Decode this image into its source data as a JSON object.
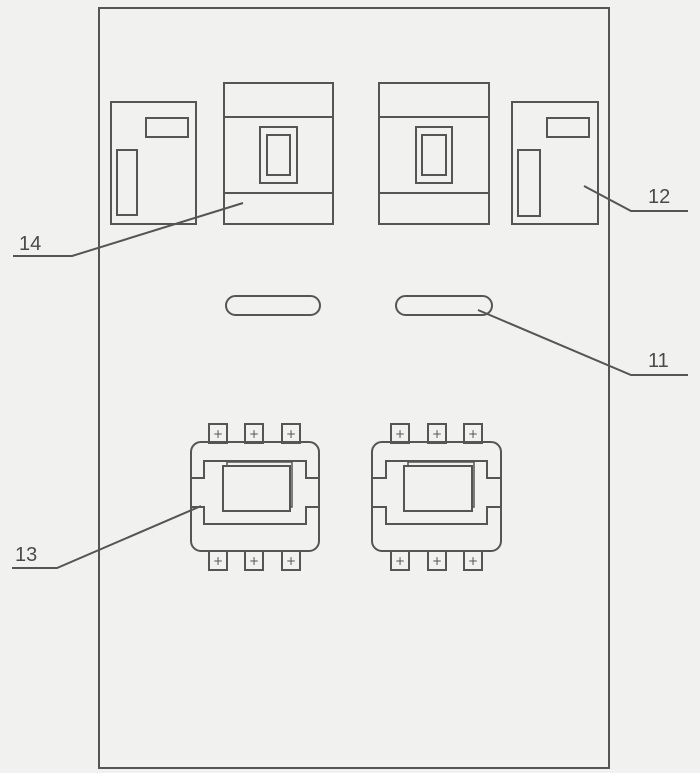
{
  "figure": {
    "background": "#f1f1ef",
    "stroke_color": "#555555",
    "label_color": "#4a4a4a"
  },
  "labels": {
    "indicator_slot": "11",
    "right_side_device": "12",
    "contactor": "13",
    "circuit_breaker": "14"
  }
}
